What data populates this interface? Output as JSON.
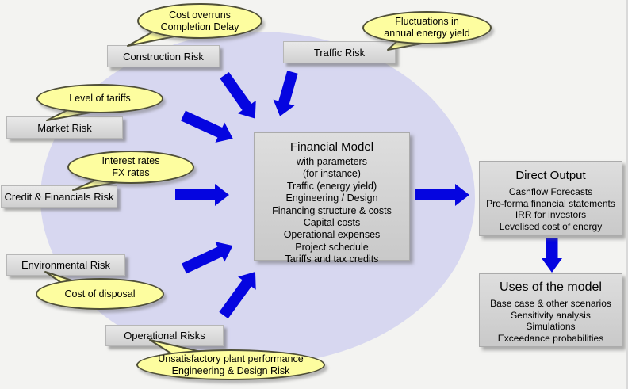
{
  "colors": {
    "background": "#f3f3f1",
    "ellipse": "#d7d7f0",
    "arrow": "#0505e0",
    "bubble-fill": "#fdfd9f",
    "bubble-border": "#4f4f38",
    "box-top": "#e9e9e9",
    "box-bottom": "#d0d0d0",
    "panel-top": "#dedede",
    "panel-bottom": "#c9c9c9",
    "text": "#000000"
  },
  "risk_boxes": {
    "construction": {
      "label": "Construction Risk"
    },
    "traffic": {
      "label": "Traffic Risk"
    },
    "market": {
      "label": "Market Risk"
    },
    "credit": {
      "label": "Credit & Financials Risk"
    },
    "environmental": {
      "label": "Environmental Risk"
    },
    "operational": {
      "label": "Operational Risks"
    }
  },
  "callouts": {
    "construction": {
      "lines": [
        "Cost overruns",
        "Completion Delay"
      ]
    },
    "traffic": {
      "lines": [
        "Fluctuations in",
        "annual energy yield"
      ]
    },
    "market": {
      "lines": [
        "Level of tariffs"
      ]
    },
    "credit": {
      "lines": [
        "Interest rates",
        "FX rates"
      ]
    },
    "environmental": {
      "lines": [
        "Cost of disposal"
      ]
    },
    "operational": {
      "lines": [
        "Unsatisfactory plant performance",
        "Engineering & Design Risk"
      ]
    }
  },
  "financial_model": {
    "title": "Financial Model",
    "lines": [
      "with parameters",
      "(for instance)",
      "Traffic (energy yield)",
      "Engineering / Design",
      "Financing structure & costs",
      "Capital costs",
      "Operational expenses",
      "Project schedule",
      "Tariffs and tax credits"
    ]
  },
  "direct_output": {
    "title": "Direct Output",
    "lines": [
      "Cashflow Forecasts",
      "Pro-forma financial statements",
      "IRR for investors",
      "Levelised cost of energy"
    ]
  },
  "uses_of_model": {
    "title": "Uses of the model",
    "lines": [
      "Base case & other scenarios",
      "Sensitivity analysis",
      "Simulations",
      "Exceedance probabilities"
    ]
  }
}
